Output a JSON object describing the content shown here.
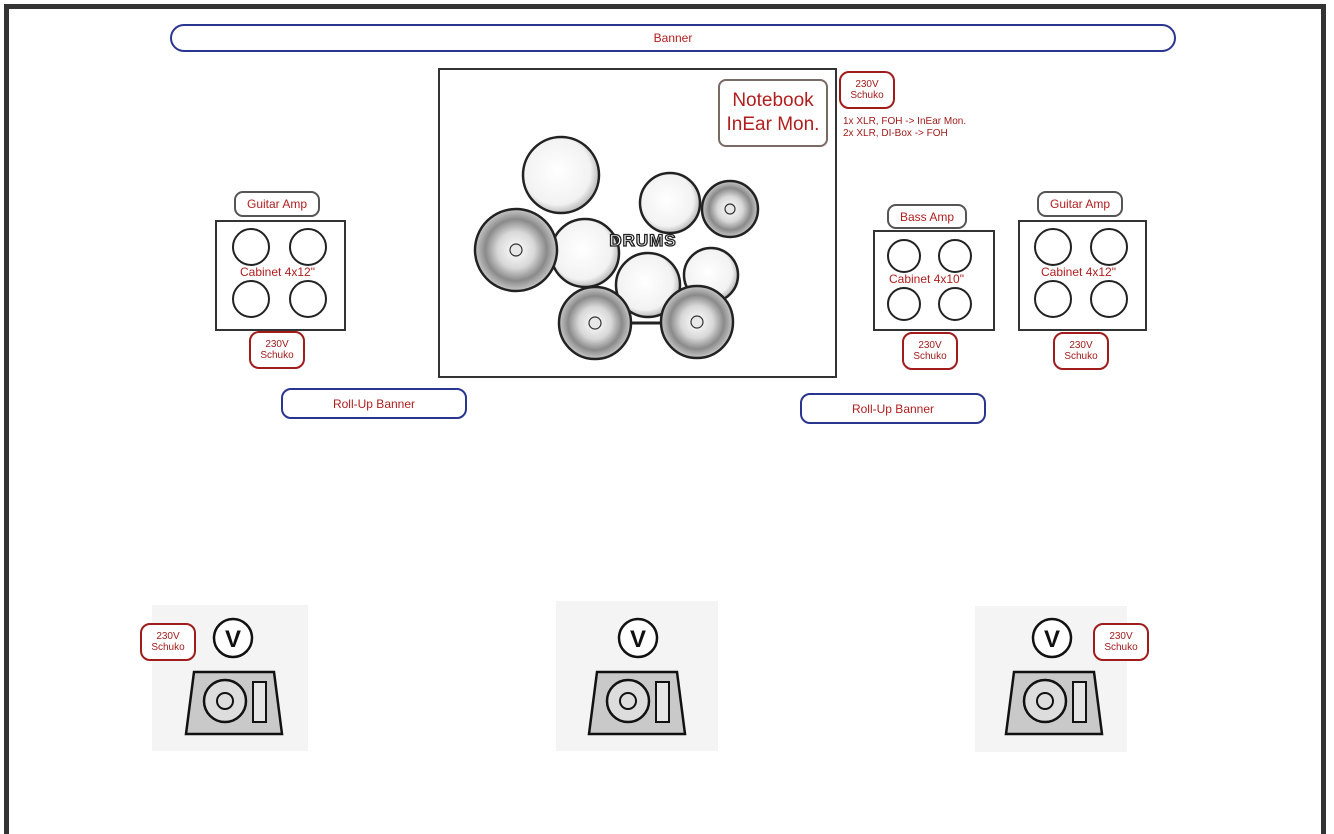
{
  "top_banner": "Banner",
  "roll_up_banner": "Roll-Up Banner",
  "power": {
    "line1": "230V",
    "line2": "Schuko"
  },
  "notebook": {
    "line1": "Notebook",
    "line2": "InEar Mon."
  },
  "connections": {
    "line1": "1x XLR, FOH -> InEar Mon.",
    "line2": "2x XLR, DI-Box -> FOH"
  },
  "drums_label": "DRUMS",
  "guitar_amp": "Guitar Amp",
  "bass_amp": "Bass Amp",
  "cabinet_4x12": "Cabinet 4x12\"",
  "cabinet_4x10": "Cabinet 4x10\"",
  "vocal_mark": "V",
  "colors": {
    "label_red": "#a01b1b",
    "banner_blue": "#2a3590",
    "frame": "#333333"
  }
}
